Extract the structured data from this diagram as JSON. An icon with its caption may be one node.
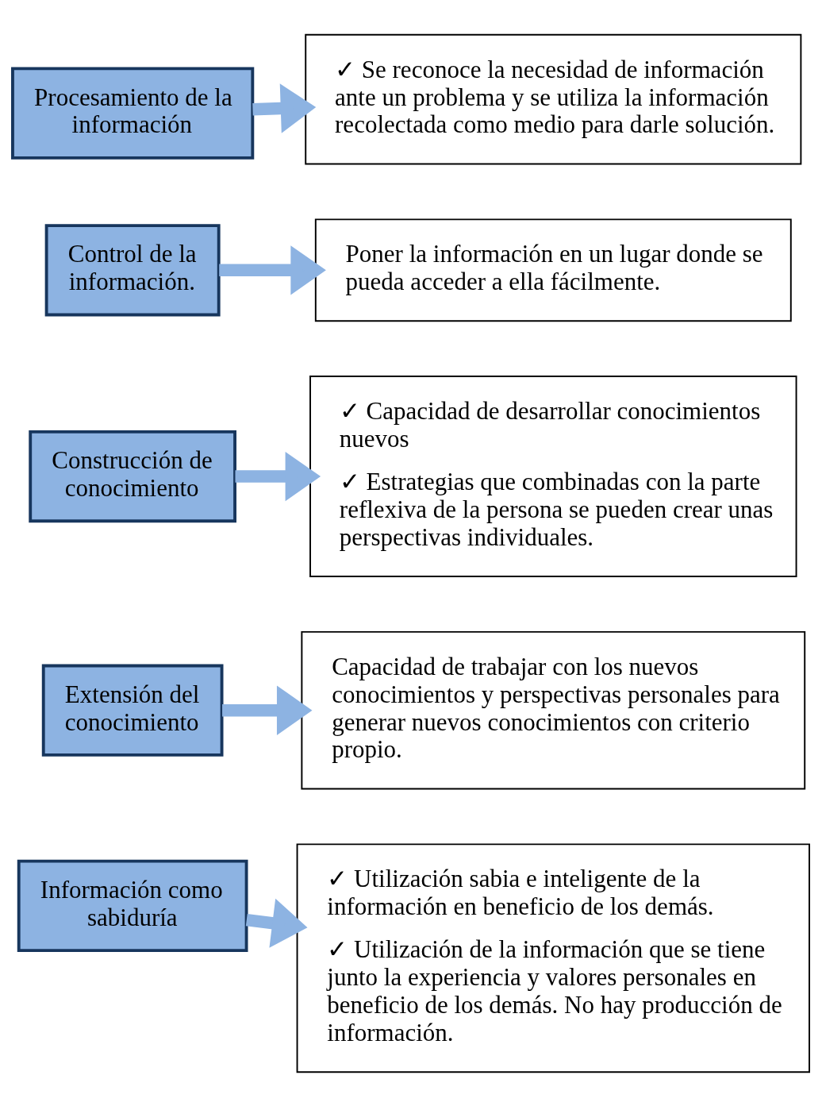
{
  "diagram": {
    "nodes": [
      {
        "text": [
          "Procesamiento de la información"
        ]
      },
      {
        "text": [
          "✓ Se reconoce la necesidad de información ante un problema y se utiliza la información recolectada como medio para darle solución."
        ]
      },
      {
        "text": [
          "Control de la información."
        ]
      },
      {
        "text": [
          "Poner la información en un lugar donde se pueda acceder a ella fácilmente."
        ]
      },
      {
        "text": [
          "Construcción de conocimiento"
        ]
      },
      {
        "text": [
          "✓ Capacidad de desarrollar conocimientos nuevos",
          "✓ Estrategias que combinadas con la parte reflexiva de la persona se pueden crear unas perspectivas individuales."
        ]
      },
      {
        "text": [
          "Extensión del conocimiento"
        ]
      },
      {
        "text": [
          "Capacidad de trabajar con los nuevos conocimientos y perspectivas personales para generar nuevos conocimientos con criterio propio."
        ]
      },
      {
        "text": [
          "Información como sabiduría"
        ]
      },
      {
        "text": [
          "✓ Utilización sabia e inteligente de la información en beneficio de los demás.",
          "✓ Utilización de la información que se tiene junto la experiencia y valores personales en beneficio de los demás. No hay producción de información."
        ]
      }
    ],
    "edges": [
      {
        "from": 0,
        "to": 1,
        "arrow": "to"
      },
      {
        "from": 2,
        "to": 3,
        "arrow": "to"
      },
      {
        "from": 4,
        "to": 5,
        "arrow": "to"
      },
      {
        "from": 6,
        "to": 7,
        "arrow": "to"
      },
      {
        "from": 8,
        "to": 9,
        "arrow": "to"
      }
    ]
  }
}
